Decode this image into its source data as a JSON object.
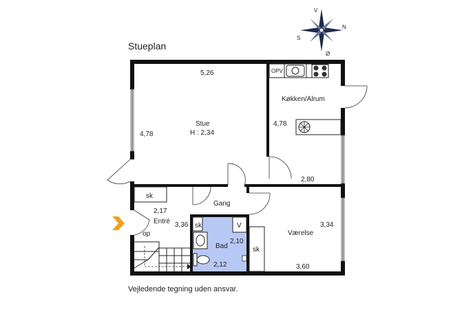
{
  "plan": {
    "title": "Stueplan",
    "disclaimer": "Vejledende tegning uden ansvar."
  },
  "compass": {
    "north_letter": "N",
    "south_letter": "S",
    "west_letter": "V",
    "east_letter": "Ø"
  },
  "rooms": {
    "stue": {
      "name": "Stue",
      "height_note": "H : 2,34",
      "width": "5,26",
      "depth": "4,78"
    },
    "koekken": {
      "name": "Køkken/Alrum",
      "width": "2,80",
      "depth": "4,78",
      "appliance_label": "OPV"
    },
    "gang": {
      "name": "Gang"
    },
    "entre": {
      "name": "Entré",
      "width": "2,17",
      "depth": "3,36",
      "cupboard": "sk",
      "stairs": "op"
    },
    "bad": {
      "name": "Bad",
      "width": "2,12",
      "depth": "2,10",
      "cupboard": "sk",
      "washer": "V",
      "color": "#b8c8f4"
    },
    "vaerelse": {
      "name": "Værelse",
      "width": "3,60",
      "depth": "3,34",
      "cupboard": "sk"
    }
  },
  "entrance_marker_color": "#f0a020"
}
